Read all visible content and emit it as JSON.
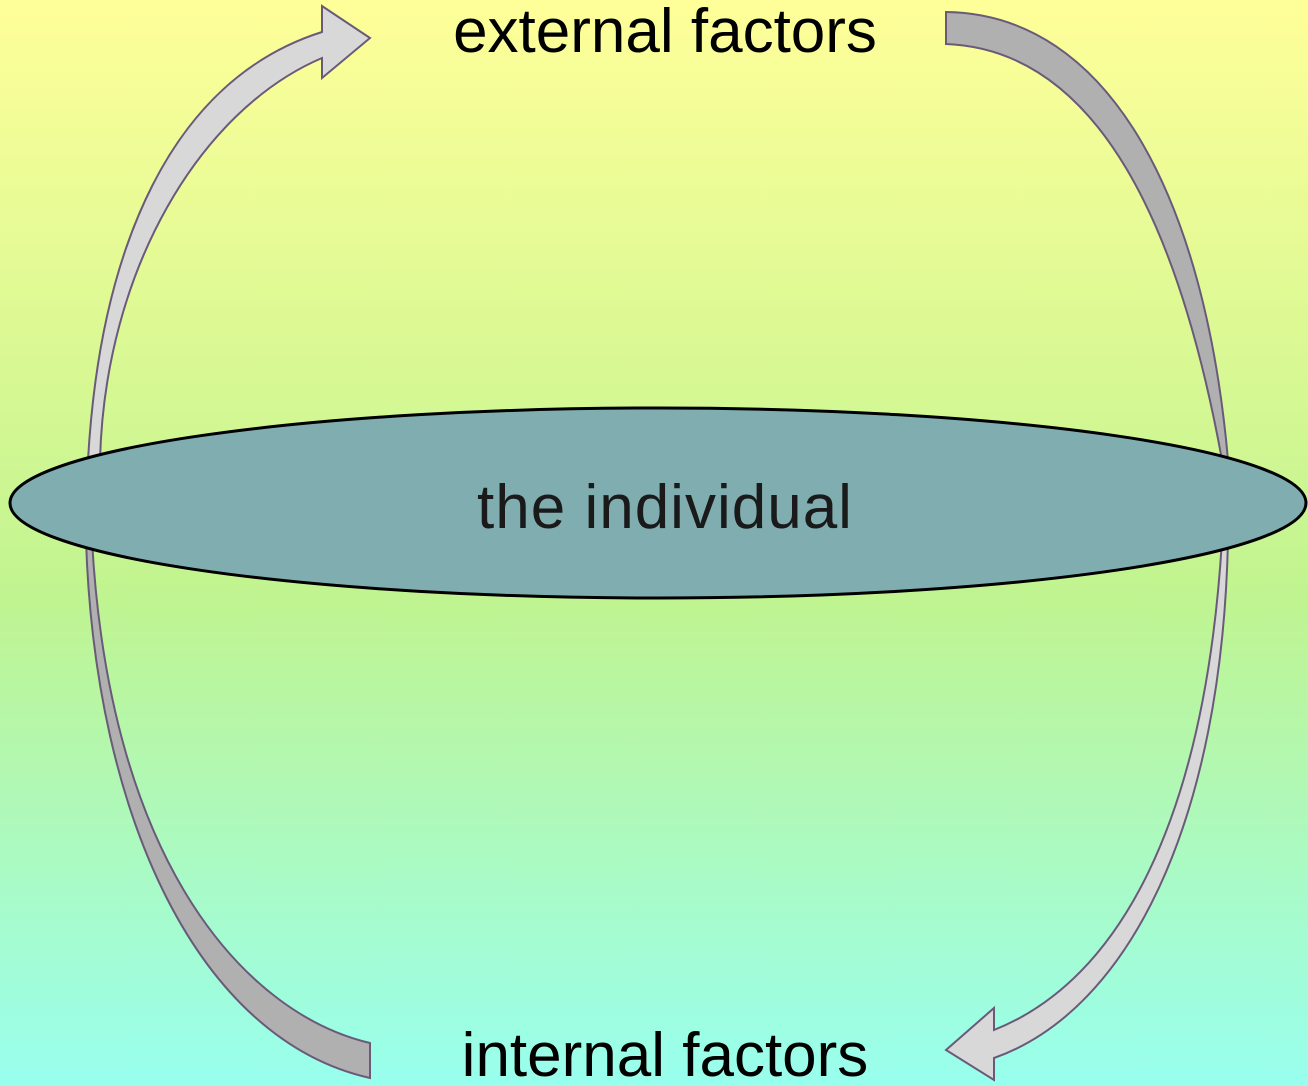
{
  "labels": {
    "top": "external factors",
    "center": "the individual",
    "bottom": "internal factors"
  },
  "colors": {
    "background_top": "#ffff99",
    "background_middle": "#c0f490",
    "background_bottom": "#98ffee",
    "ellipse_fill": "#80aeb0",
    "arrow_light": "#d8d8d8",
    "arrow_dark": "#b0b0b0",
    "arrow_outline": "#6a5a7a"
  },
  "icons": {
    "top_left": "curved-arrow-up-right-icon",
    "top_right": "curved-band-top-right",
    "bottom_left": "curved-band-bottom-left",
    "bottom_right": "curved-arrow-down-left-icon"
  }
}
